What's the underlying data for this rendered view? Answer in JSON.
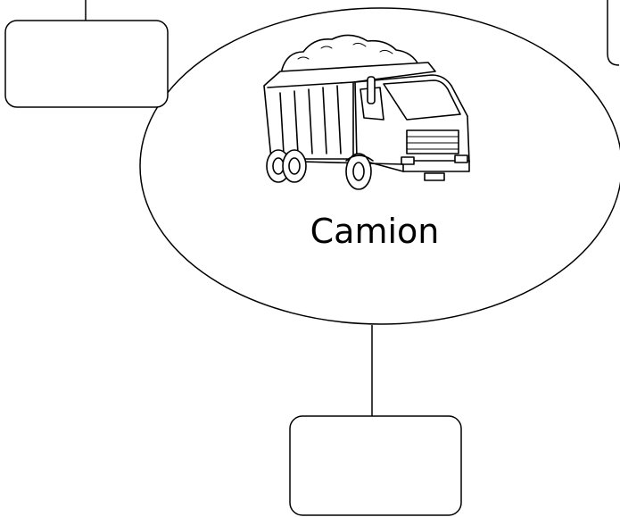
{
  "diagram": {
    "center": {
      "label": "Camion",
      "image": "dump-truck-line-drawing"
    },
    "branches": [
      {
        "name": "top-left",
        "label": ""
      },
      {
        "name": "top-right",
        "label": ""
      },
      {
        "name": "bottom",
        "label": ""
      }
    ],
    "colors": {
      "stroke": "#000000",
      "fill": "#ffffff"
    }
  }
}
